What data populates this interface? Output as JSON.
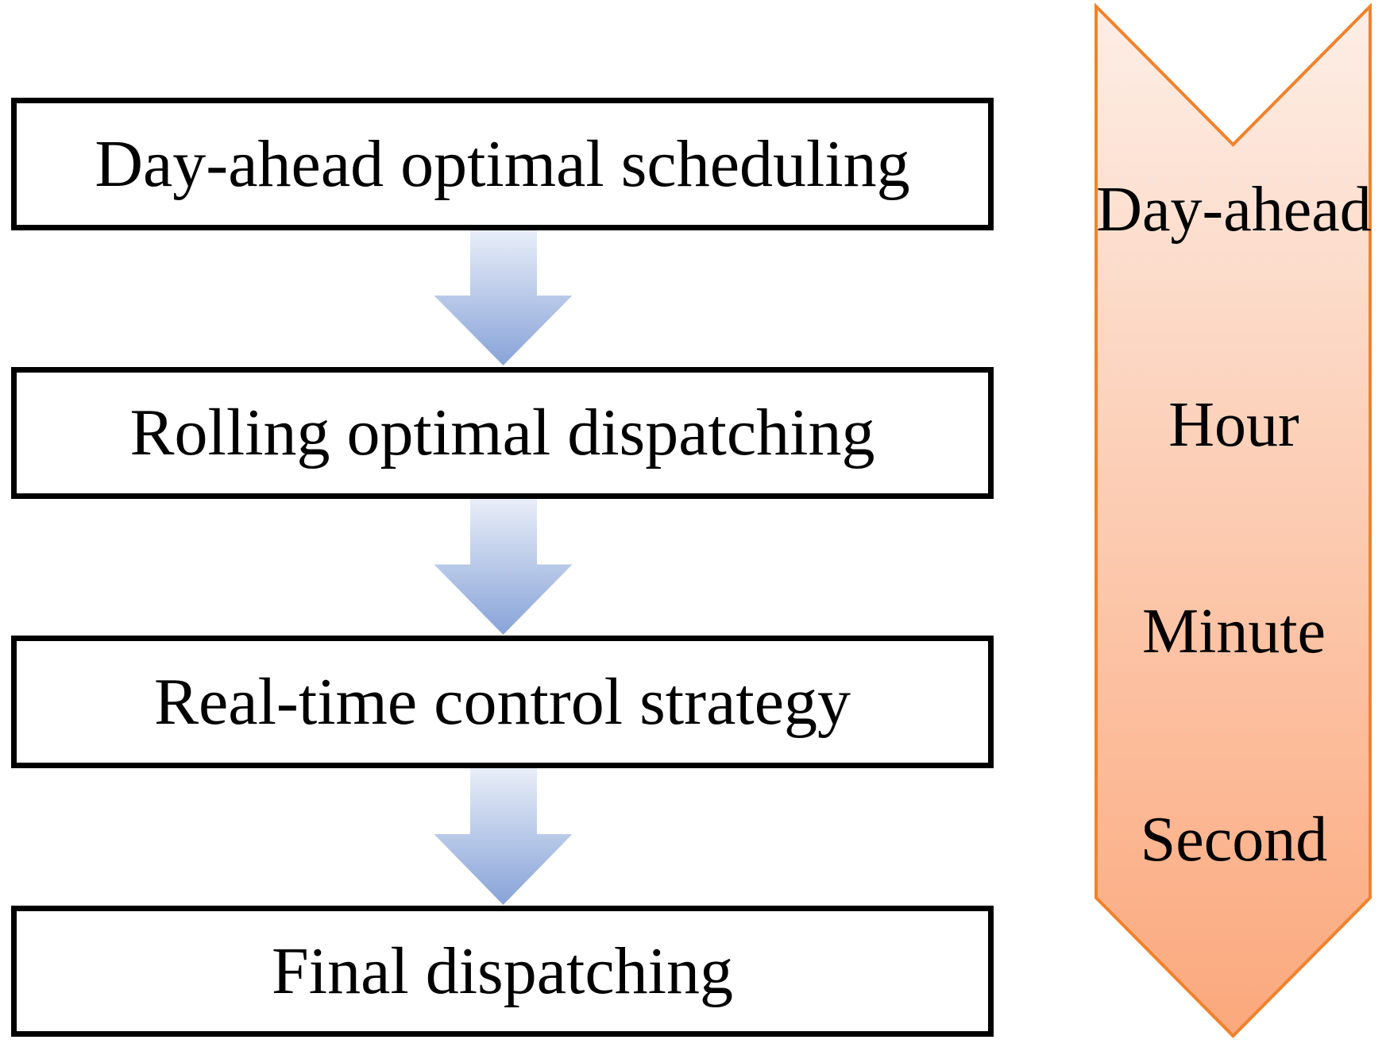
{
  "flowchart": {
    "boxes": [
      {
        "label": "Day-ahead optimal scheduling"
      },
      {
        "label": "Rolling optimal dispatching"
      },
      {
        "label": "Real-time control strategy"
      },
      {
        "label": "Final dispatching"
      }
    ]
  },
  "timeline": {
    "labels": [
      "Day-ahead",
      "Hour",
      "Minute",
      "Second"
    ]
  },
  "colors": {
    "box_border": "#000000",
    "box_fill": "#ffffff",
    "text": "#000000",
    "blue_arrow_top": "#EAEFF9",
    "blue_arrow_bottom": "#87A3D8",
    "chevron_border": "#F0822C",
    "chevron_fill_top": "#FDEEE6",
    "chevron_fill_bottom": "#FBA87C"
  }
}
